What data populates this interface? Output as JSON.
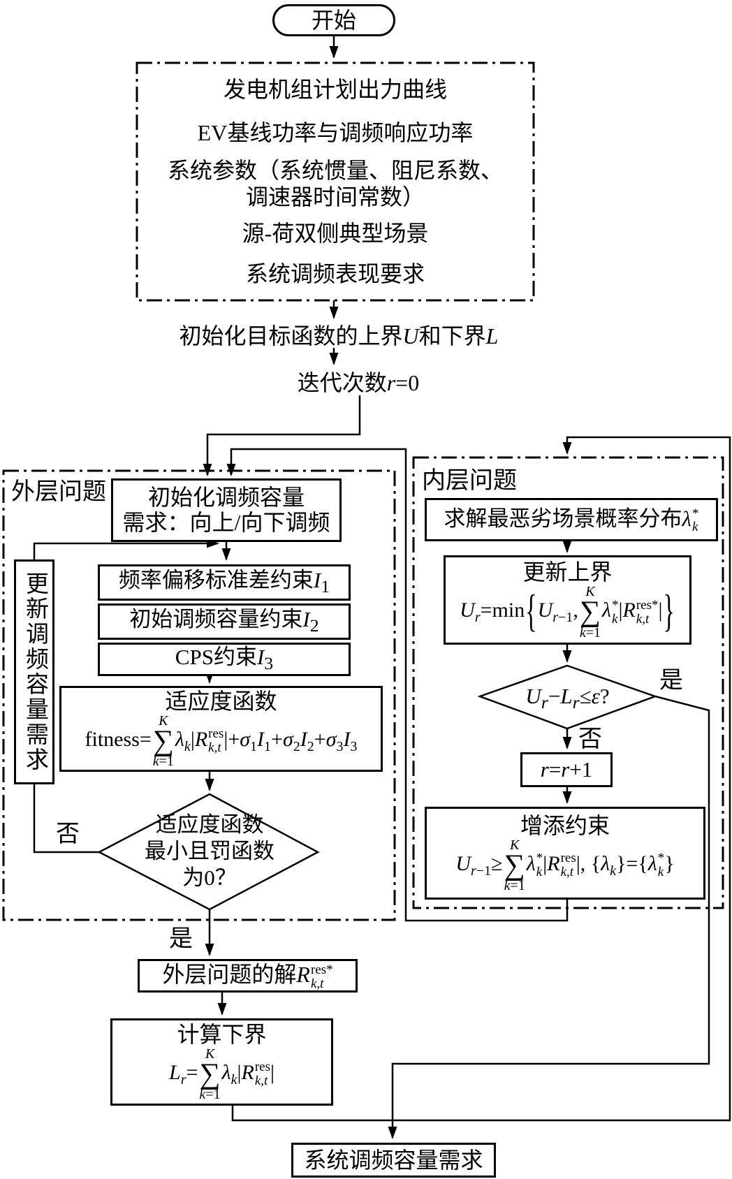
{
  "start": {
    "label": "开始"
  },
  "inputs": {
    "lines": [
      "发电机组计划出力曲线",
      "EV基线功率与调频响应功率",
      "系统参数（系统惯量、阻尼系数、",
      "调速器时间常数）",
      "源-荷双侧典型场景",
      "系统调频表现要求"
    ]
  },
  "steps": {
    "init_bounds_html": "初始化目标函数的上界<i>U</i>和下界<i>L</i>",
    "iter_init_html": "迭代次数<i>r</i>=0"
  },
  "outer": {
    "label": "外层问题",
    "init_line1": "初始化调频容量",
    "init_line2": "需求：向上/向下调频",
    "i1_html": "频率偏移标准差约束<i>I</i><sub>1</sub>",
    "i2_html": "初始调频容量约束<i>I</i><sub>2</sub>",
    "i3_html": "CPS约束<i>I</i><sub>3</sub>",
    "fitness_title": "适应度函数",
    "fitness_html": "fitness=<span class='sum'><span class='t'><i>K</i></span><span class='s'>∑</span><span class='b'><i>k</i>=1</span></span><i>λ</i><sub><i>k</i></sub>|<i>R</i><span class='ss'><span class='u'>res</span><span class='d'><i>k</i>,<i>t</i></span></span>|+<i>σ</i><sub>1</sub><i>I</i><sub>1</sub>+<i>σ</i><sub>2</sub><i>I</i><sub>2</sub>+<i>σ</i><sub>3</sub><i>I</i><sub>3</sub>",
    "diamond_line1": "适应度函数",
    "diamond_line2": "最小且罚函数",
    "diamond_line3": "为0？",
    "update_vertical": "更新调频容量需求",
    "solution_html": "外层问题的解<i>R</i><span class='ss'><span class='u'>res*</span><span class='d'><i>k</i>,<i>t</i></span></span>",
    "lower_title": "计算下界",
    "lower_html": "<i>L</i><sub><i>r</i></sub>=<span class='sum'><span class='t'><i>K</i></span><span class='s'>∑</span><span class='b'><i>k</i>=1</span></span><i>λ</i><sub><i>k</i></sub>|<i>R</i><span class='ss'><span class='u'>res</span><span class='d'><i>k</i>,<i>t</i></span></span>|"
  },
  "inner": {
    "label": "内层问题",
    "solve_html": "求解最恶劣场景概率分布<i>λ</i><span class='ss'><span class='u'>*</span><span class='d'><i>k</i></span></span>",
    "upper_title": "更新上界",
    "upper_html": "<i>U</i><sub><i>r</i></sub>=min<span class='br'>{</span><i>U</i><sub><i>r</i>−1</sub>,<span class='sum'><span class='t'><i>K</i></span><span class='s'>∑</span><span class='b'><i>k</i>=1</span></span><i>λ</i><span class='ss'><span class='u'>*</span><span class='d'><i>k</i></span></span>|<i>R</i><span class='ss'><span class='u'>res*</span><span class='d'><i>k</i>,<i>t</i></span></span>|<span class='br'>}</span>",
    "diamond_html": "<i>U</i><sub><i>r</i></sub>−<i>L</i><sub><i>r</i></sub>≤<i>ε</i>?",
    "r_step_html": "<i>r</i>=<i>r</i>+1",
    "add_title": "增添约束",
    "add_html": "<i>U</i><sub><i>r</i>−1</sub>≥<span class='sum'><span class='t'><i>K</i></span><span class='s'>∑</span><span class='b'><i>k</i>=1</span></span><i>λ</i><span class='ss'><span class='u'>*</span><span class='d'><i>k</i></span></span>|<i>R</i><span class='ss'><span class='u'>res</span><span class='d'><i>k</i>,<i>t</i></span></span>|, {<i>λ</i><sub><i>k</i></sub>}={<i>λ</i><span class='ss'><span class='u'>*</span><span class='d'><i>k</i></span></span>}"
  },
  "final": {
    "label": "系统调频容量需求"
  },
  "branch": {
    "yes": "是",
    "no": "否"
  },
  "colors": {
    "line": "#000000",
    "background": "#ffffff"
  }
}
